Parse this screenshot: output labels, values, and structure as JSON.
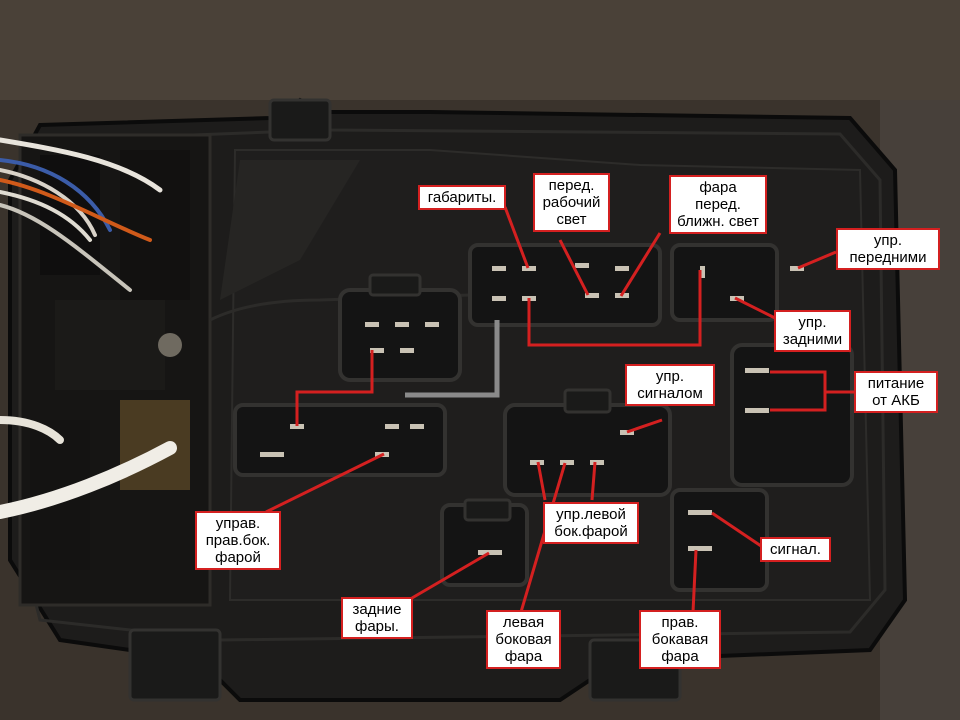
{
  "photo": {
    "subject": "car fuse and relay box",
    "colors": {
      "background": "#3a332c",
      "housing": "#1d1c1b",
      "socket": "#141414",
      "pin": "#c9c2b4",
      "callout_line": "#d42020",
      "guide_line": "#8a8a8a"
    }
  },
  "labels": [
    {
      "id": "gabarity",
      "text": "габариты."
    },
    {
      "id": "rabochiy",
      "text": "перед.\nрабочий\nсвет"
    },
    {
      "id": "fara-blizhn",
      "text": "фара\nперед.\nближн. свет"
    },
    {
      "id": "upr-perednimi",
      "text": "упр.\nпередними"
    },
    {
      "id": "upr-zadnimi",
      "text": "упр.\nзадними"
    },
    {
      "id": "upr-signalom",
      "text": "упр.\nсигналом"
    },
    {
      "id": "pitanie-akb",
      "text": "питание\nот АКБ"
    },
    {
      "id": "uprav-prav-bok",
      "text": "управ.\nправ.бок.\nфарой"
    },
    {
      "id": "upr-levoy-bok",
      "text": "упр.левой\nбок.фарой"
    },
    {
      "id": "signal",
      "text": "сигнал."
    },
    {
      "id": "zadnie-fary",
      "text": "задние\nфары."
    },
    {
      "id": "levaya-bokovaya",
      "text": "левая\nбоковая\nфара"
    },
    {
      "id": "prav-bokovaya",
      "text": "прав.\nбокавая\nфара"
    }
  ]
}
